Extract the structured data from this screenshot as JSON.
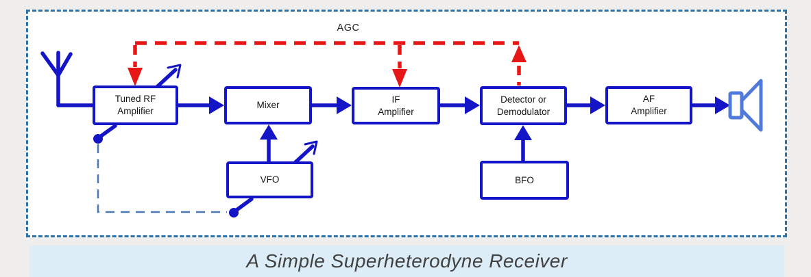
{
  "figure": {
    "caption": "A Simple Superheterodyne Receiver"
  },
  "diagram": {
    "agc_label": "AGC",
    "blocks": [
      {
        "id": "tuned-rf-amplifier",
        "label": "Tuned RF\nAmplifier"
      },
      {
        "id": "mixer",
        "label": "Mixer"
      },
      {
        "id": "if-amplifier",
        "label": "IF\nAmplifier"
      },
      {
        "id": "detector-demodulator",
        "label": "Detector or\nDemodulator"
      },
      {
        "id": "af-amplifier",
        "label": "AF\nAmplifier"
      },
      {
        "id": "vfo",
        "label": "VFO"
      },
      {
        "id": "bfo",
        "label": "BFO"
      }
    ],
    "icons": [
      {
        "name": "antenna-icon",
        "meaning": "receiving antenna input"
      },
      {
        "name": "speaker-icon",
        "meaning": "loudspeaker audio output"
      },
      {
        "name": "variable-arrow-icon",
        "meaning": "variable / tunable element"
      }
    ],
    "colors": {
      "wire_blue": "#1515c8",
      "agc_red": "#e81717",
      "gang_dash_blue": "#4b79b3",
      "speaker_blue": "#4f7ad9",
      "frame_dash_blue": "#2d72a8",
      "caption_bg": "#ddedf7",
      "caption_text": "#414141",
      "page_bg": "#efeeec",
      "diagram_bg": "#ffffff"
    }
  }
}
